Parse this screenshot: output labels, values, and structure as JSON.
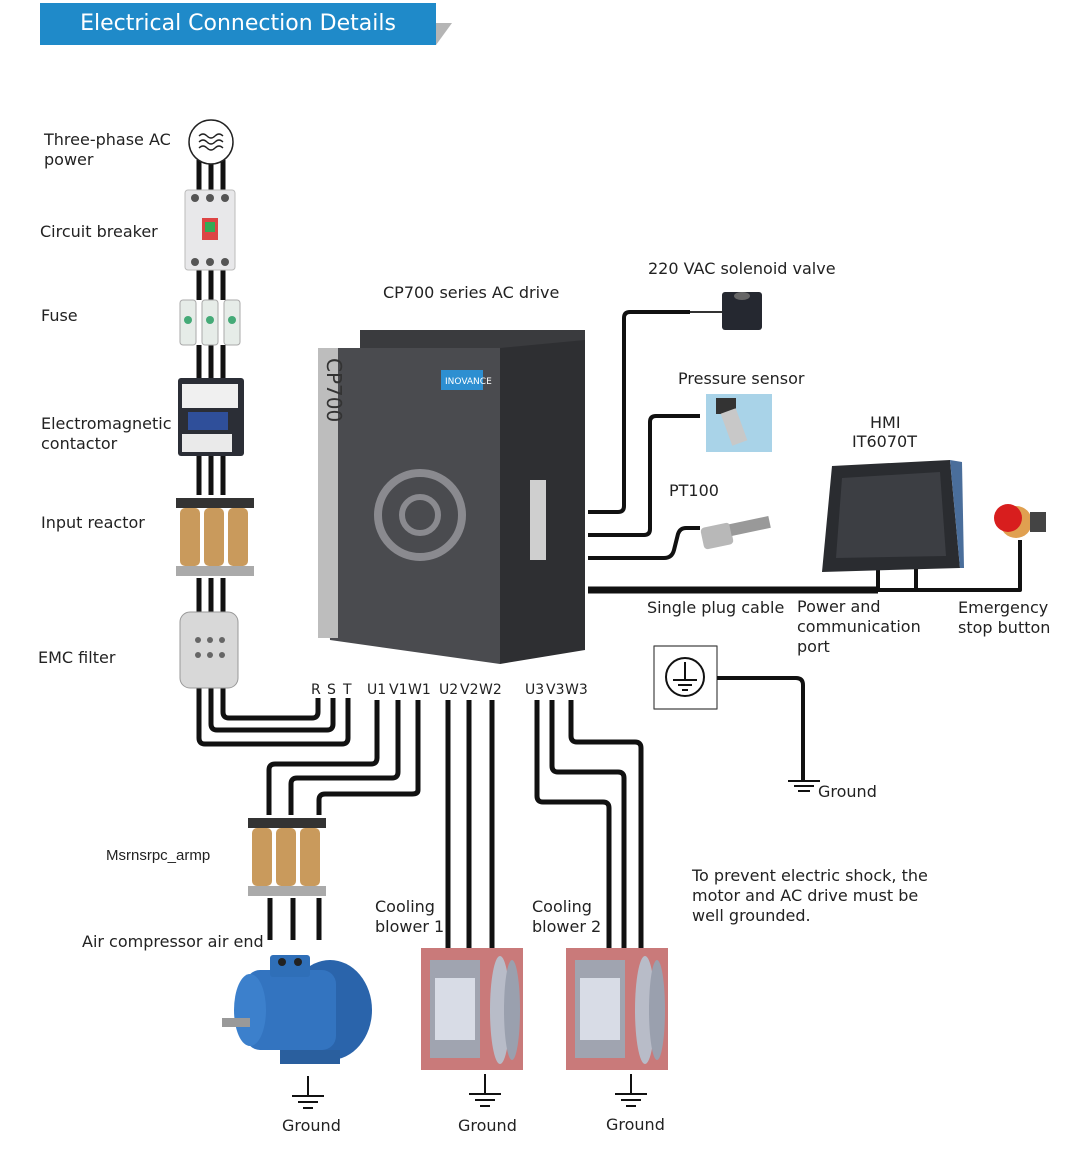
{
  "header": {
    "title": "Electrical Connection Details"
  },
  "input_chain": [
    {
      "id": "power",
      "label": "Three-phase AC\npower",
      "icon": "ac-source-icon"
    },
    {
      "id": "breaker",
      "label": "Circuit breaker",
      "icon": "circuit-breaker-icon"
    },
    {
      "id": "fuse",
      "label": "Fuse",
      "icon": "fuse-icon"
    },
    {
      "id": "contactor",
      "label": "Electromagnetic\ncontactor",
      "icon": "contactor-icon"
    },
    {
      "id": "input_reactor",
      "label": "Input reactor",
      "icon": "reactor-icon"
    },
    {
      "id": "emc",
      "label": "EMC filter",
      "icon": "emc-filter-icon"
    }
  ],
  "drive": {
    "label": "CP700 series AC drive",
    "model_text": "CP700",
    "brand": "INOVANCE"
  },
  "terminals": {
    "input": [
      "R",
      "S",
      "T"
    ],
    "motor": [
      "U1",
      "V1",
      "W1"
    ],
    "blower1": [
      "U2",
      "V2",
      "W2"
    ],
    "blower2": [
      "U3",
      "V3",
      "W3"
    ]
  },
  "peripherals": {
    "solenoid": "220 VAC solenoid valve",
    "pressure": "Pressure sensor",
    "pt100": "PT100",
    "hmi_line1": "HMI",
    "hmi_line2": "IT6070T",
    "estop": "Emergency\nstop button",
    "single_plug": "Single plug cable",
    "power_comm": "Power and\ncommunication\nport"
  },
  "output": {
    "output_reactor": "Msrnsrpc_armp",
    "air_end": "Air compressor air end",
    "blower1": "Cooling\nblower 1",
    "blower2": "Cooling\nblower 2",
    "ground": "Ground"
  },
  "note": "To prevent electric shock, the\nmotor and AC drive must be\nwell grounded.",
  "colors": {
    "banner": "#1f8ac9",
    "wire": "#111111",
    "drive": "#4a4b4f",
    "motor": "#2f6fb8",
    "blower": "#c97a7a"
  }
}
